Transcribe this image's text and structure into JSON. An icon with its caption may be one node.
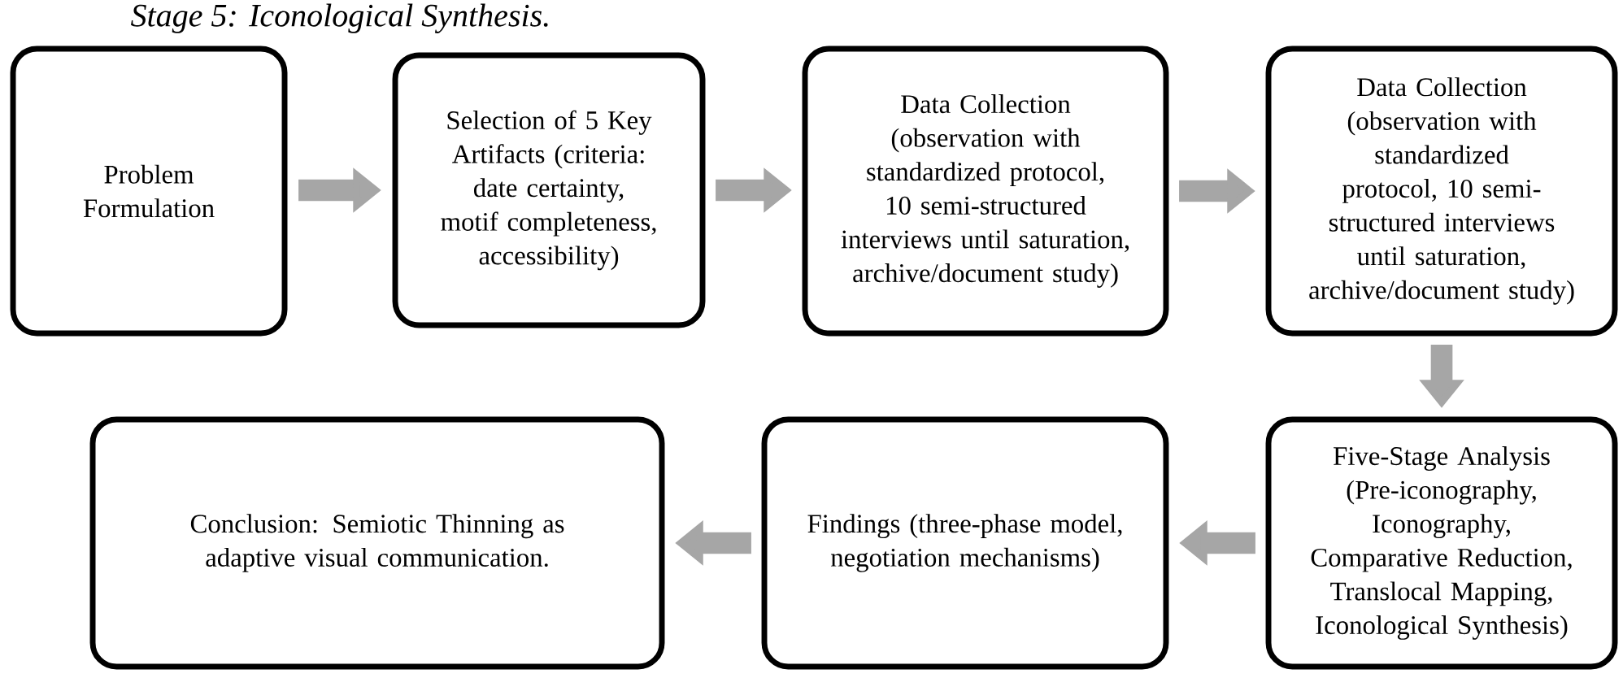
{
  "diagram": {
    "title": "Stage 5: Iconological Synthesis.",
    "nodes": [
      {
        "text": [
          "Problem Formulation"
        ]
      },
      {
        "text": [
          "Selection of 5 Key Artifacts (criteria: date certainty, motif completeness, accessibility)"
        ]
      },
      {
        "text": [
          "Data Collection (observation with standardized protocol, 10 semi-structured interviews until saturation, archive/document study)"
        ]
      },
      {
        "text": [
          "Data Collection (observation with standardized protocol, 10 semi-structured interviews until saturation, archive/document study)"
        ]
      },
      {
        "text": [
          "Five-Stage Analysis (Pre-iconography, Iconography, Comparative Reduction, Translocal Mapping, Iconological Synthesis)"
        ]
      },
      {
        "text": [
          "Findings (three-phase model, negotiation mechanisms)"
        ]
      },
      {
        "text": [
          "Conclusion: Semiotic Thinning as adaptive visual communication."
        ]
      }
    ],
    "edges": [
      {
        "from": 0,
        "to": 1,
        "arrow": "to"
      },
      {
        "from": 1,
        "to": 2,
        "arrow": "to"
      },
      {
        "from": 2,
        "to": 3,
        "arrow": "to"
      },
      {
        "from": 3,
        "to": 4,
        "arrow": "to"
      },
      {
        "from": 4,
        "to": 5,
        "arrow": "to"
      },
      {
        "from": 5,
        "to": 6,
        "arrow": "to"
      }
    ]
  }
}
